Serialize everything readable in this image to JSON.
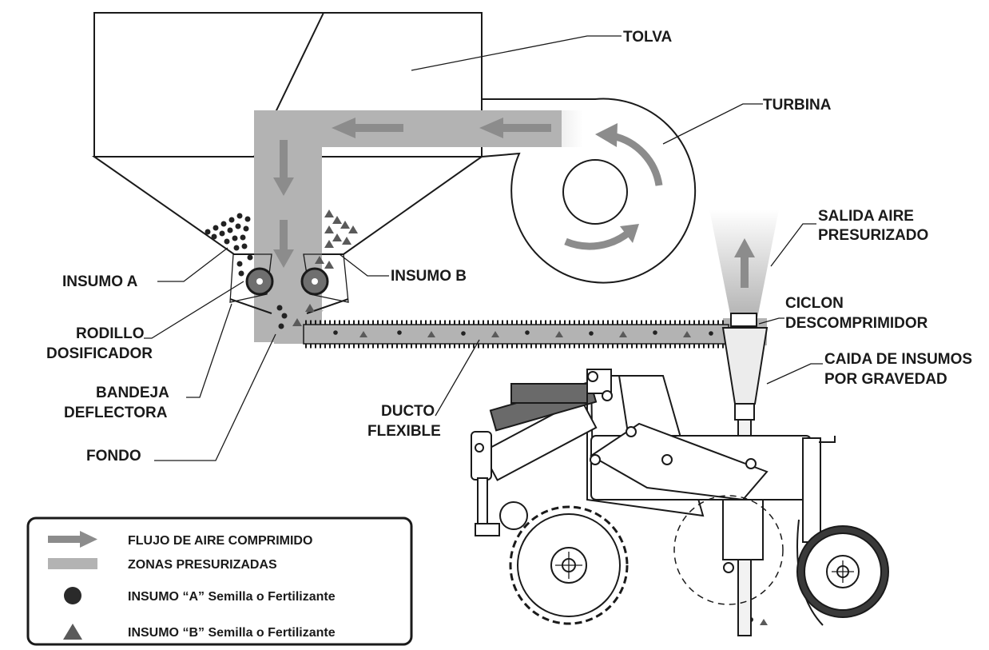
{
  "labels": {
    "tolva": "TOLVA",
    "turbina": "TURBINA",
    "salida_1": "SALIDA AIRE",
    "salida_2": "PRESURIZADO",
    "insumo_a": "INSUMO A",
    "insumo_b": "INSUMO B",
    "ciclon_1": "CICLON",
    "ciclon_2": "DESCOMPRIMIDOR",
    "rodillo_1": "RODILLO",
    "rodillo_2": "DOSIFICADOR",
    "caida_1": "CAIDA DE INSUMOS",
    "caida_2": "POR GRAVEDAD",
    "bandeja_1": "BANDEJA",
    "bandeja_2": "DEFLECTORA",
    "ducto_1": "DUCTO",
    "ducto_2": "FLEXIBLE",
    "fondo": "FONDO"
  },
  "legend": {
    "items": [
      {
        "key": "flujo",
        "label": "FLUJO DE AIRE COMPRIMIDO",
        "icon": "arrow-icon"
      },
      {
        "key": "zonas",
        "label": "ZONAS PRESURIZADAS",
        "icon": "bar-icon"
      },
      {
        "key": "insumo_a",
        "label": "INSUMO “A” Semilla o Fertilizante",
        "icon": "circle-icon"
      },
      {
        "key": "insumo_b",
        "label": "INSUMO “B” Semilla o Fertilizante",
        "icon": "triangle-icon"
      }
    ]
  },
  "colors": {
    "pressurized": "#b3b3b3",
    "airflow": "#8c8c8c",
    "ink": "#1a1a1a"
  }
}
